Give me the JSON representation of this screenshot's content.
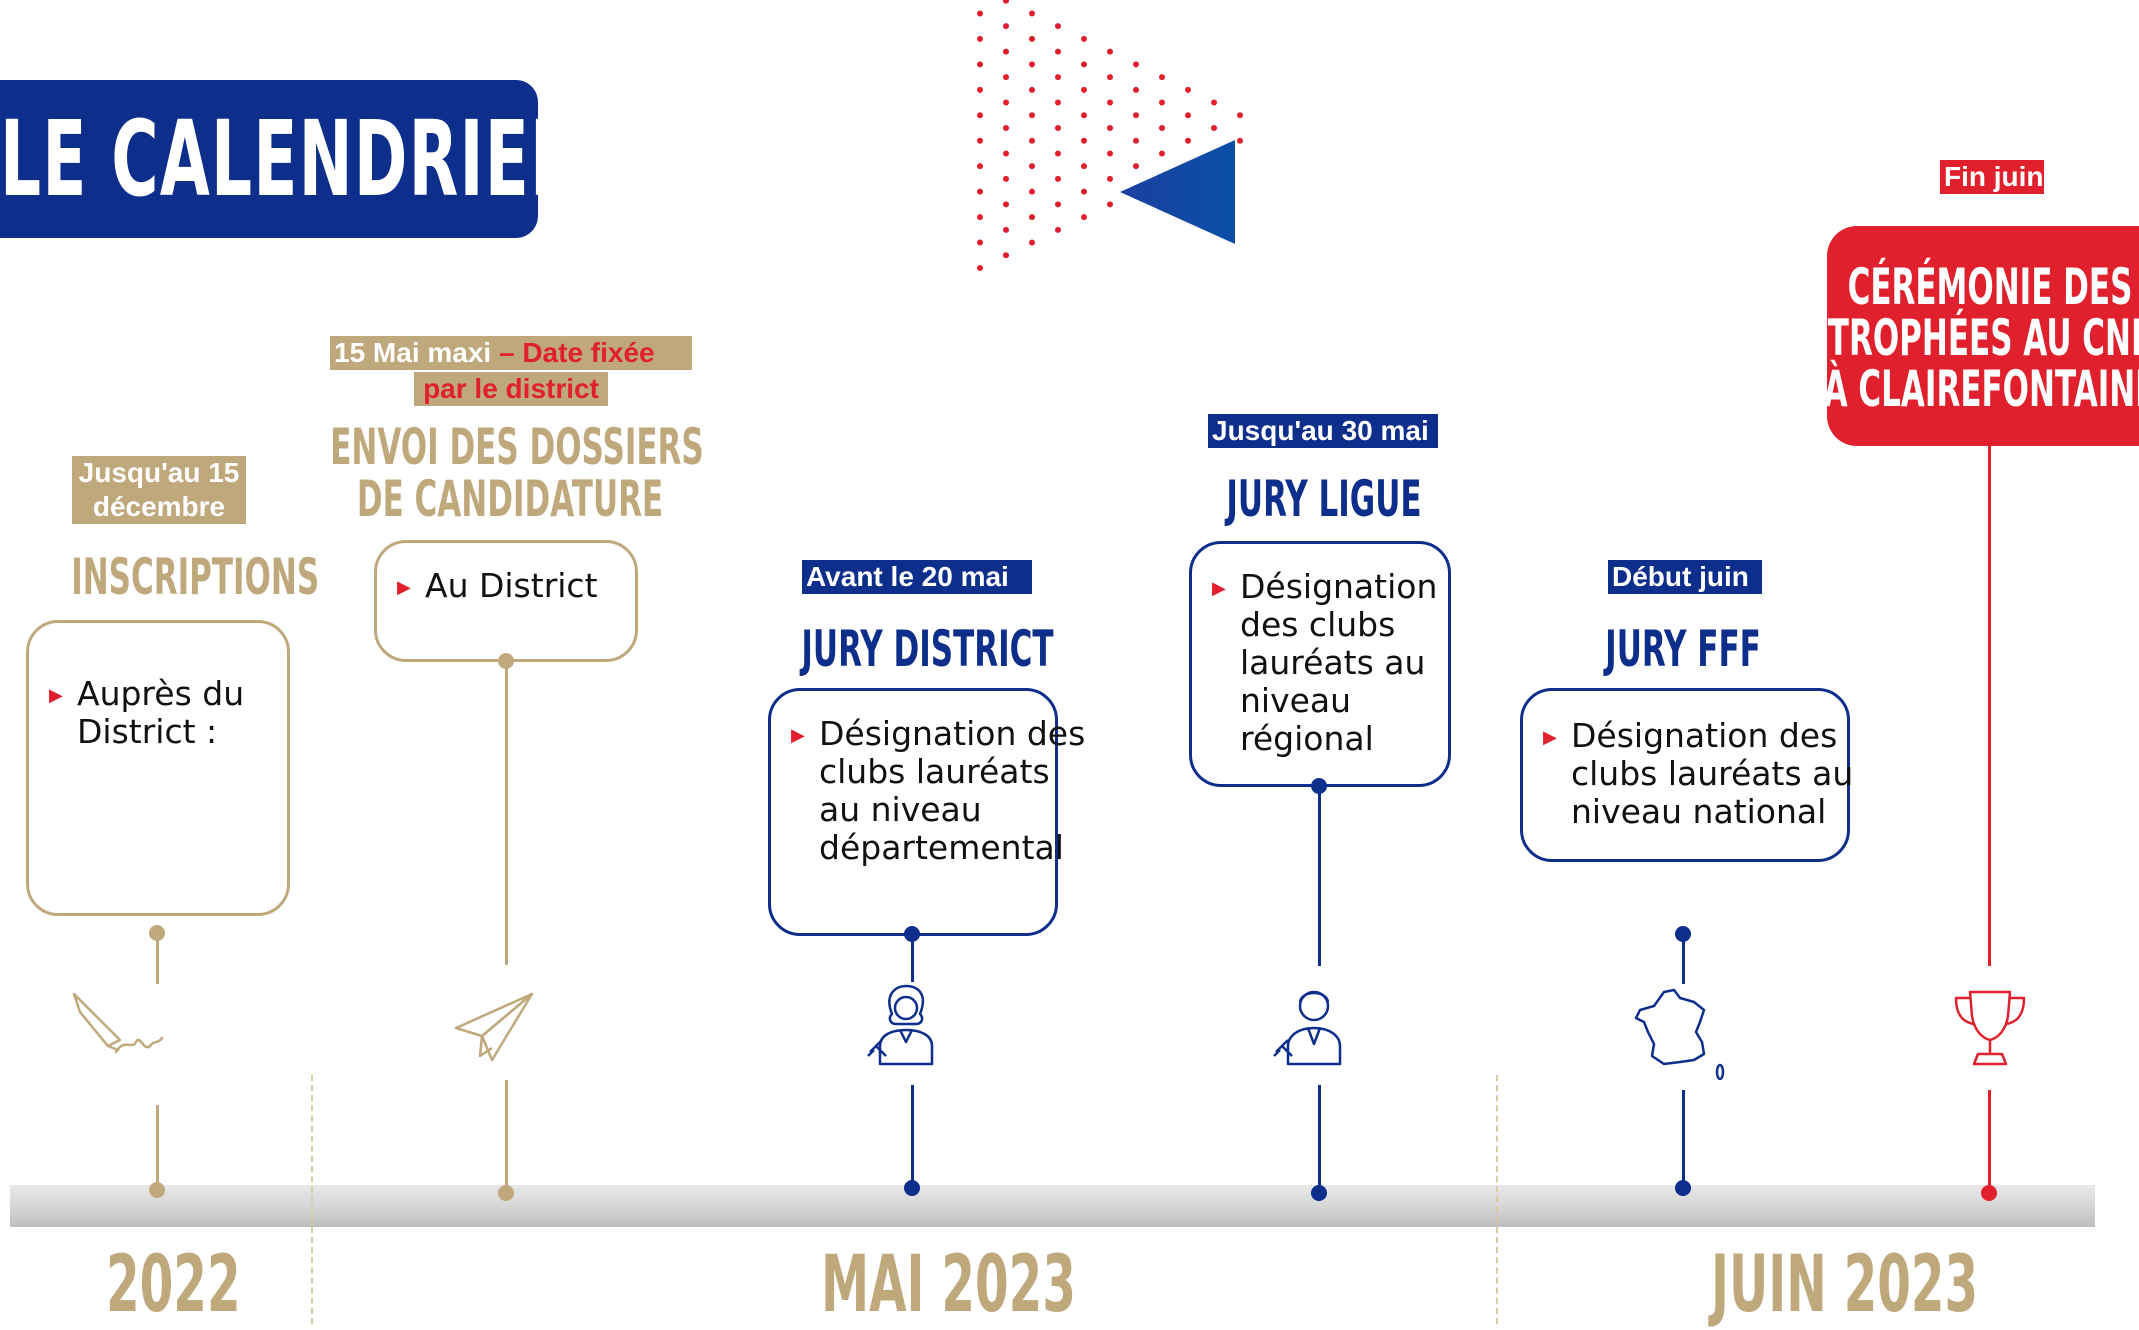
{
  "title": "LE CALENDRIER",
  "stages": [
    {
      "date": "Jusqu'au 15 décembre",
      "heading": "INSCRIPTIONS",
      "bullet": "Auprès du District :",
      "icon": "pen-signature-icon",
      "color": "#bfa97c"
    },
    {
      "date_part1": "15 Mai maxi",
      "date_part2": " – Date fixée",
      "date_part3": "par le district",
      "heading_line1": "ENVOI DES DOSSIERS",
      "heading_line2": "DE CANDIDATURE",
      "bullet": "Au District",
      "icon": "paper-plane-icon",
      "color": "#bfa97c"
    },
    {
      "date": "Avant le 20 mai",
      "heading": "JURY DISTRICT",
      "bullet": "Désignation des clubs lauréats au niveau départemental",
      "icon": "judge-woman-icon",
      "color": "#0d2e8a"
    },
    {
      "date": "Jusqu'au 30 mai",
      "heading": "JURY LIGUE",
      "bullet": "Désignation des clubs lauréats au niveau régional",
      "icon": "judge-man-icon",
      "color": "#0d2e8a"
    },
    {
      "date": "Début juin",
      "heading": "JURY FFF",
      "bullet": "Désignation des clubs lauréats au niveau national",
      "icon": "france-map-icon",
      "color": "#0d2e8a"
    },
    {
      "date": "Fin juin",
      "heading": "CÉRÉMONIE DES TROPHÉES AU CNF À CLAIREFONTAINE",
      "icon": "trophy-icon",
      "color": "#e0202c"
    }
  ],
  "periods": [
    "2022",
    "MAI 2023",
    "JUIN 2023"
  ]
}
